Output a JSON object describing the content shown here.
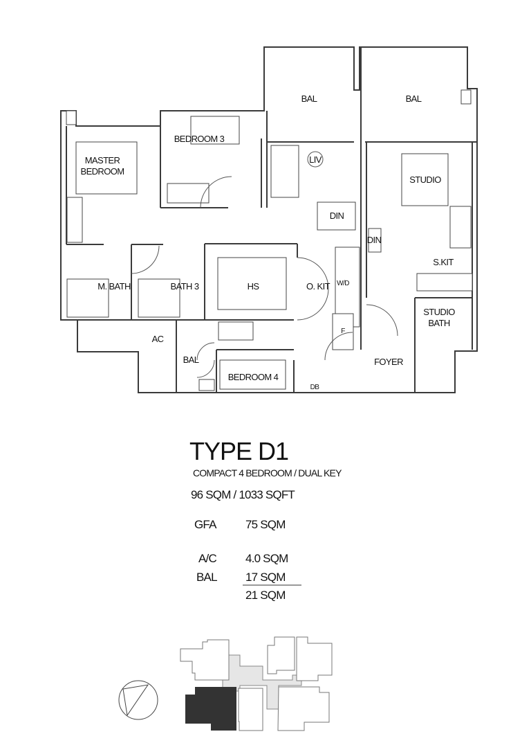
{
  "floor_plan": {
    "rooms": {
      "bal_1": "BAL",
      "bal_2": "BAL",
      "bedroom_3": "BEDROOM 3",
      "master_bedroom_1": "MASTER",
      "master_bedroom_2": "BEDROOM",
      "liv": "LIV",
      "studio": "STUDIO",
      "din_1": "DIN",
      "din_2": "DIN",
      "s_kit": "S.KIT",
      "m_bath": "M. BATH",
      "bath_3": "BATH 3",
      "hs": "HS",
      "o_kit": "O. KIT",
      "wd": "W/D",
      "fridge": "F",
      "studio_bath_1": "STUDIO",
      "studio_bath_2": "BATH",
      "ac": "AC",
      "bal_3": "BAL",
      "foyer": "FOYER",
      "bedroom_4": "BEDROOM 4",
      "db": "DB"
    }
  },
  "unit": {
    "type": "TYPE D1",
    "description": "COMPACT 4 BEDROOM / DUAL KEY",
    "total_area": "96 SQM / 1033 SQFT",
    "gfa_label": "GFA",
    "gfa_value": "75 SQM",
    "ac_label": "A/C",
    "ac_value": "4.0 SQM",
    "bal_label": "BAL",
    "bal_value": "17 SQM",
    "sum_value": "21 SQM"
  },
  "key_plan": {
    "highlight_color": "#333333"
  }
}
